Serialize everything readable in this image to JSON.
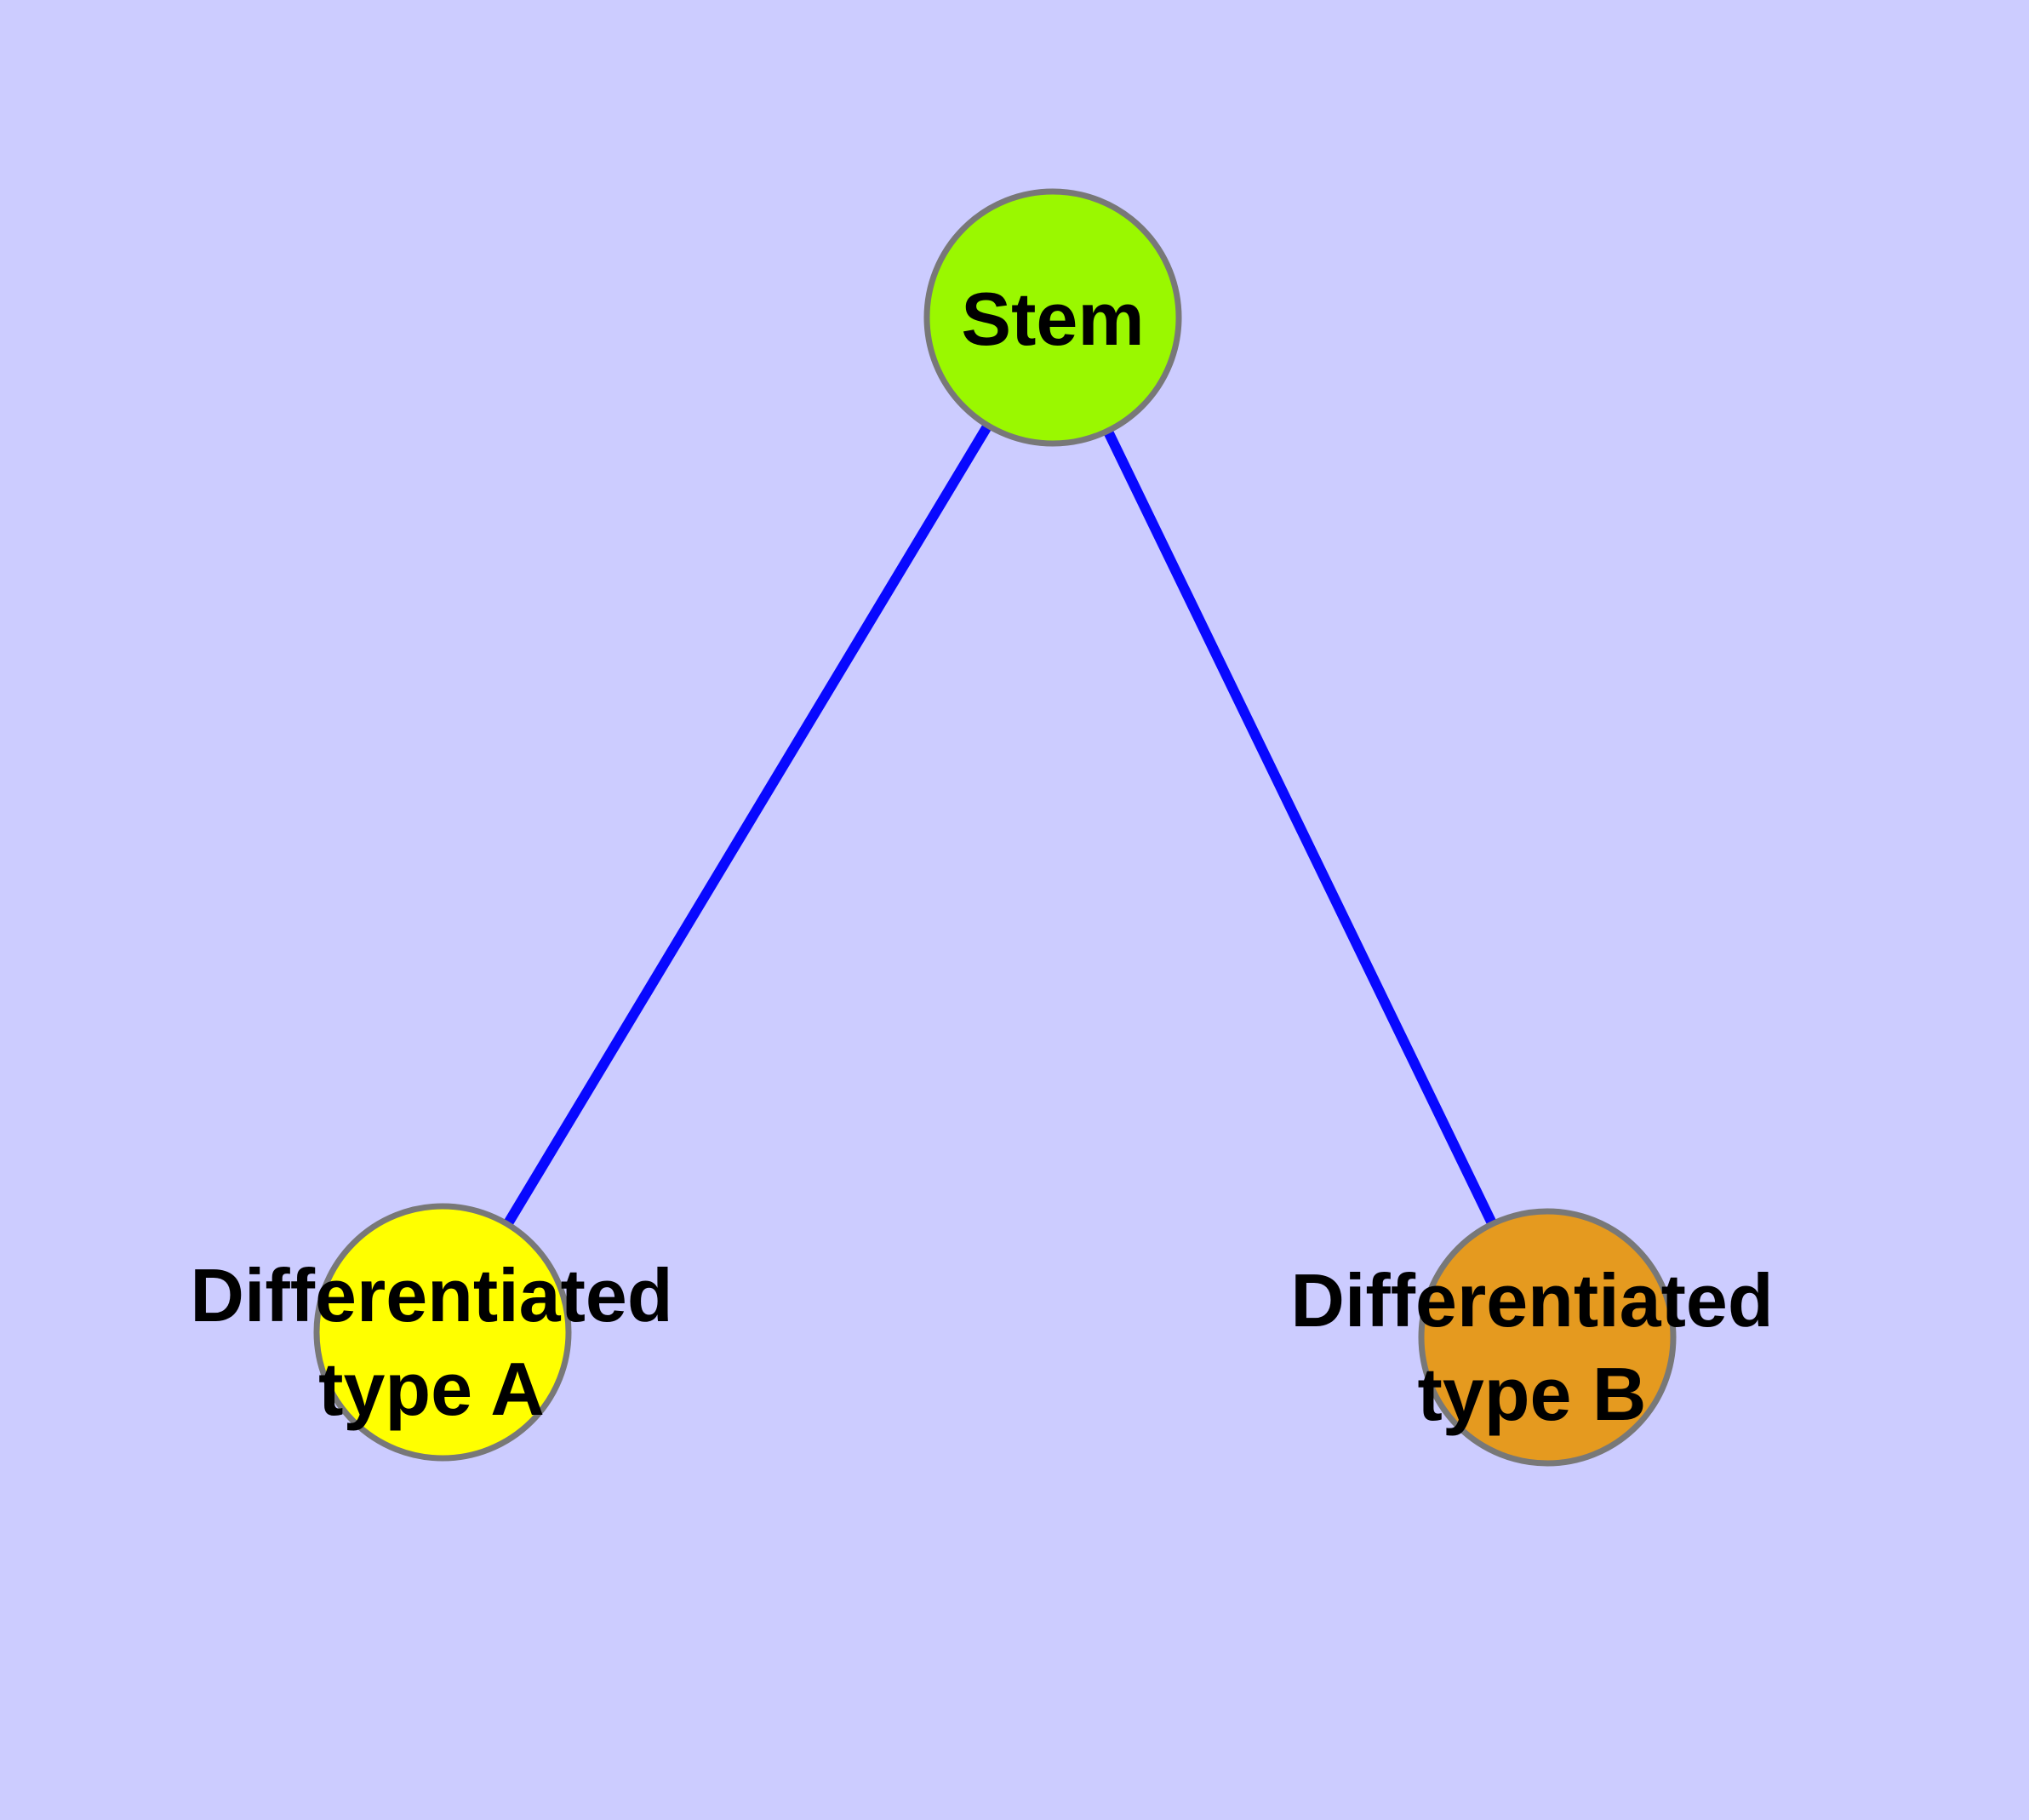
{
  "diagram": {
    "background_color": "#CCCCFF",
    "edge_color": "#0808FF",
    "node_border_color": "#787878",
    "label_color": "#000000",
    "nodes": {
      "stem": {
        "label": "Stem",
        "fill": "#9AF800"
      },
      "type_a": {
        "label_line1": "Differentiated",
        "label_line2": "type A",
        "fill": "#FFFF00"
      },
      "type_b": {
        "label_line1": "Differentiated",
        "label_line2": "type B",
        "fill": "#E59A1F"
      }
    },
    "edges": [
      {
        "name": "stem-to-type-a"
      },
      {
        "name": "stem-to-type-b"
      }
    ]
  }
}
